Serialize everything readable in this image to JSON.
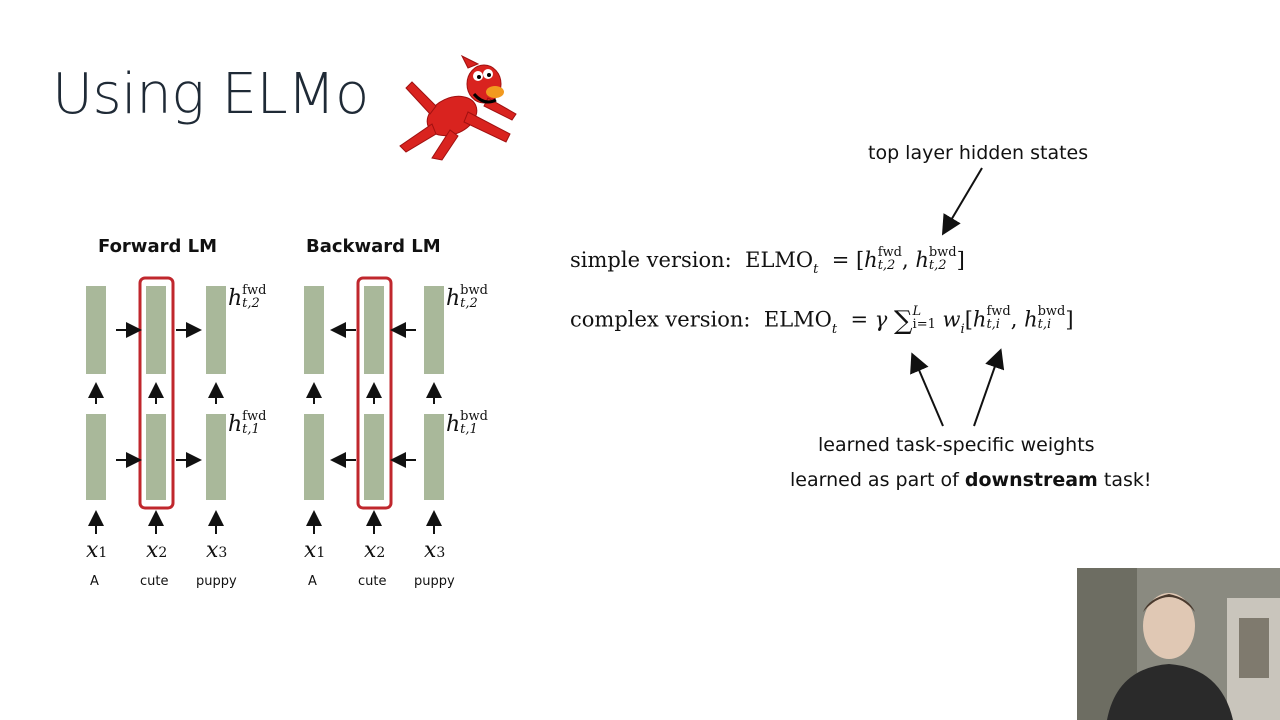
{
  "slide": {
    "title": "Using ELMo"
  },
  "forward_lm": {
    "title": "Forward LM",
    "inputs": [
      "x",
      "x",
      "x"
    ],
    "input_subs": [
      "1",
      "2",
      "3"
    ],
    "words": [
      "A",
      "cute",
      "puppy"
    ],
    "h_top_sup": "fwd",
    "h_top_sub": "t,2",
    "h_bot_sup": "fwd",
    "h_bot_sub": "t,1"
  },
  "backward_lm": {
    "title": "Backward LM",
    "inputs": [
      "x",
      "x",
      "x"
    ],
    "input_subs": [
      "1",
      "2",
      "3"
    ],
    "words": [
      "A",
      "cute",
      "puppy"
    ],
    "h_top_sup": "bwd",
    "h_top_sub": "t,2",
    "h_bot_sup": "bwd",
    "h_bot_sub": "t,1"
  },
  "equations": {
    "simple_label": "simple version:",
    "complex_label": "complex version:",
    "elmo": "ELMO",
    "t": "t",
    "fwd": "fwd",
    "bwd": "bwd",
    "t2": "t,2",
    "ti": "t,i",
    "gamma": "γ",
    "sum_upper": "L",
    "sum_lower": "i=1",
    "w": "w",
    "i": "i",
    "h": "h"
  },
  "annotations": {
    "top_layer": "top layer hidden states",
    "weights_line1": "learned task-specific weights",
    "weights_line2_pre": "learned as part of ",
    "weights_line2_bold": "downstream",
    "weights_line2_post": " task!"
  },
  "colors": {
    "block": "#a9b89a",
    "highlight": "#c0272d",
    "title": "#1f2a36"
  }
}
